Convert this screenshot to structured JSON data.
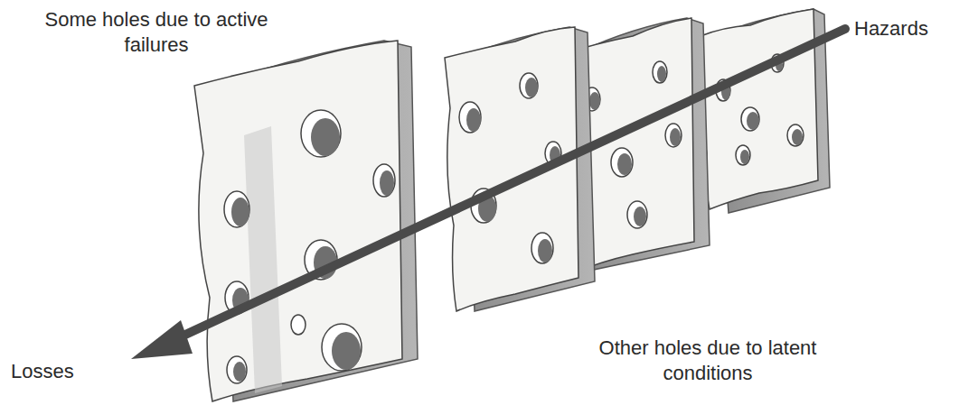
{
  "diagram": {
    "labels": [
      "Some holes due to active failures",
      "Hazards",
      "Losses",
      "Other holes due to latent conditions"
    ]
  }
}
